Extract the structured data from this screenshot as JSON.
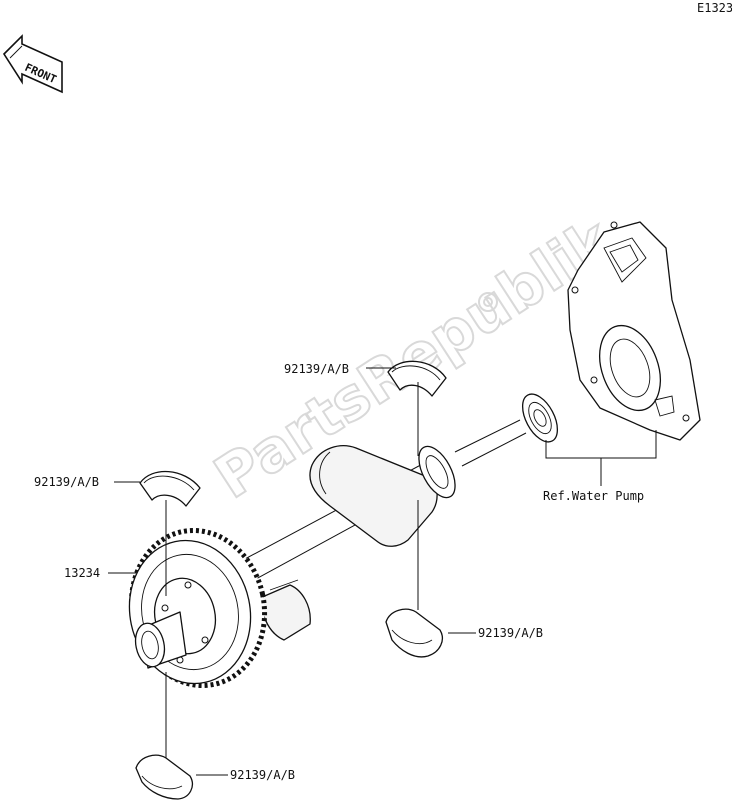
{
  "diagram_code": "E1323",
  "front_badge": "FRONT",
  "watermark": "PartsRepublik",
  "labels": {
    "bearing_top": "92139/A/B",
    "bearing_left": "92139/A/B",
    "gear": "13234",
    "bearing_right": "92139/A/B",
    "bearing_bottom": "92139/A/B",
    "water_pump_ref": "Ref.Water Pump"
  }
}
